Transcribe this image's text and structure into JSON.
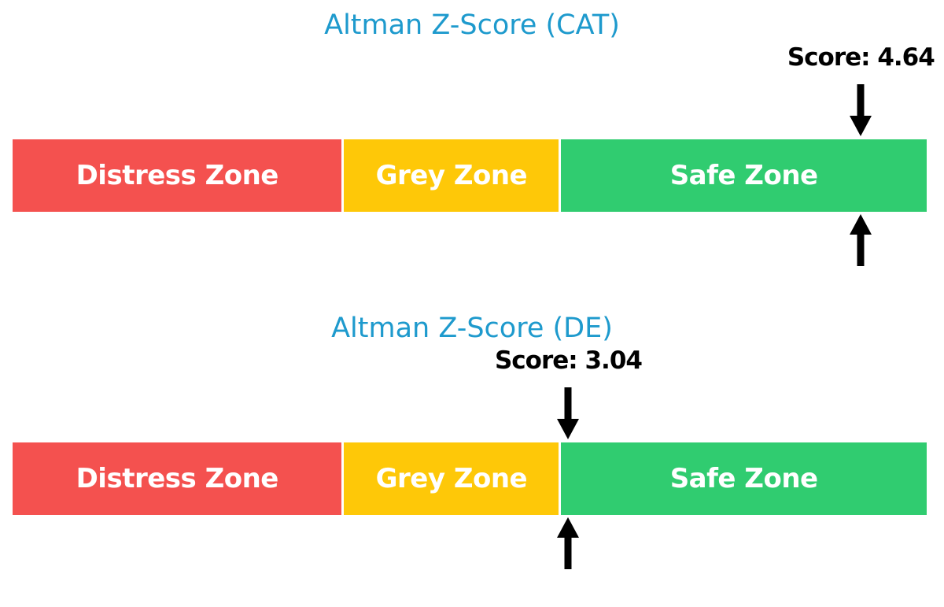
{
  "page": {
    "background": "#ffffff"
  },
  "colors": {
    "title_blue": "#1e9acd",
    "distress_red": "#f4514f",
    "grey_yellow": "#fec808",
    "safe_green": "#30cc70",
    "arrow_black": "#000000",
    "zone_text_white": "#ffffff",
    "score_text_black": "#000000"
  },
  "chart_data": [
    {
      "type": "bar",
      "subtype": "horizontal-stacked-zone-indicator",
      "title": "Altman Z-Score (CAT)",
      "score": 4.64,
      "score_label": "Score: 4.64",
      "axis_range": [
        0,
        5
      ],
      "grid": false,
      "legend": "none",
      "annotations": [
        "down-arrow at score above bar",
        "up-arrow at score below bar"
      ],
      "zones": [
        {
          "label": "Distress Zone",
          "from": 0,
          "to": 1.81,
          "color": "#f4514f"
        },
        {
          "label": "Grey Zone",
          "from": 1.81,
          "to": 2.99,
          "color": "#fec808"
        },
        {
          "label": "Safe Zone",
          "from": 2.99,
          "to": 5,
          "color": "#30cc70"
        }
      ]
    },
    {
      "type": "bar",
      "subtype": "horizontal-stacked-zone-indicator",
      "title": "Altman Z-Score (DE)",
      "score": 3.04,
      "score_label": "Score: 3.04",
      "axis_range": [
        0,
        5
      ],
      "grid": false,
      "legend": "none",
      "annotations": [
        "down-arrow at score above bar",
        "up-arrow at score below bar"
      ],
      "zones": [
        {
          "label": "Distress Zone",
          "from": 0,
          "to": 1.81,
          "color": "#f4514f"
        },
        {
          "label": "Grey Zone",
          "from": 1.81,
          "to": 2.99,
          "color": "#fec808"
        },
        {
          "label": "Safe Zone",
          "from": 2.99,
          "to": 5,
          "color": "#30cc70"
        }
      ]
    }
  ]
}
